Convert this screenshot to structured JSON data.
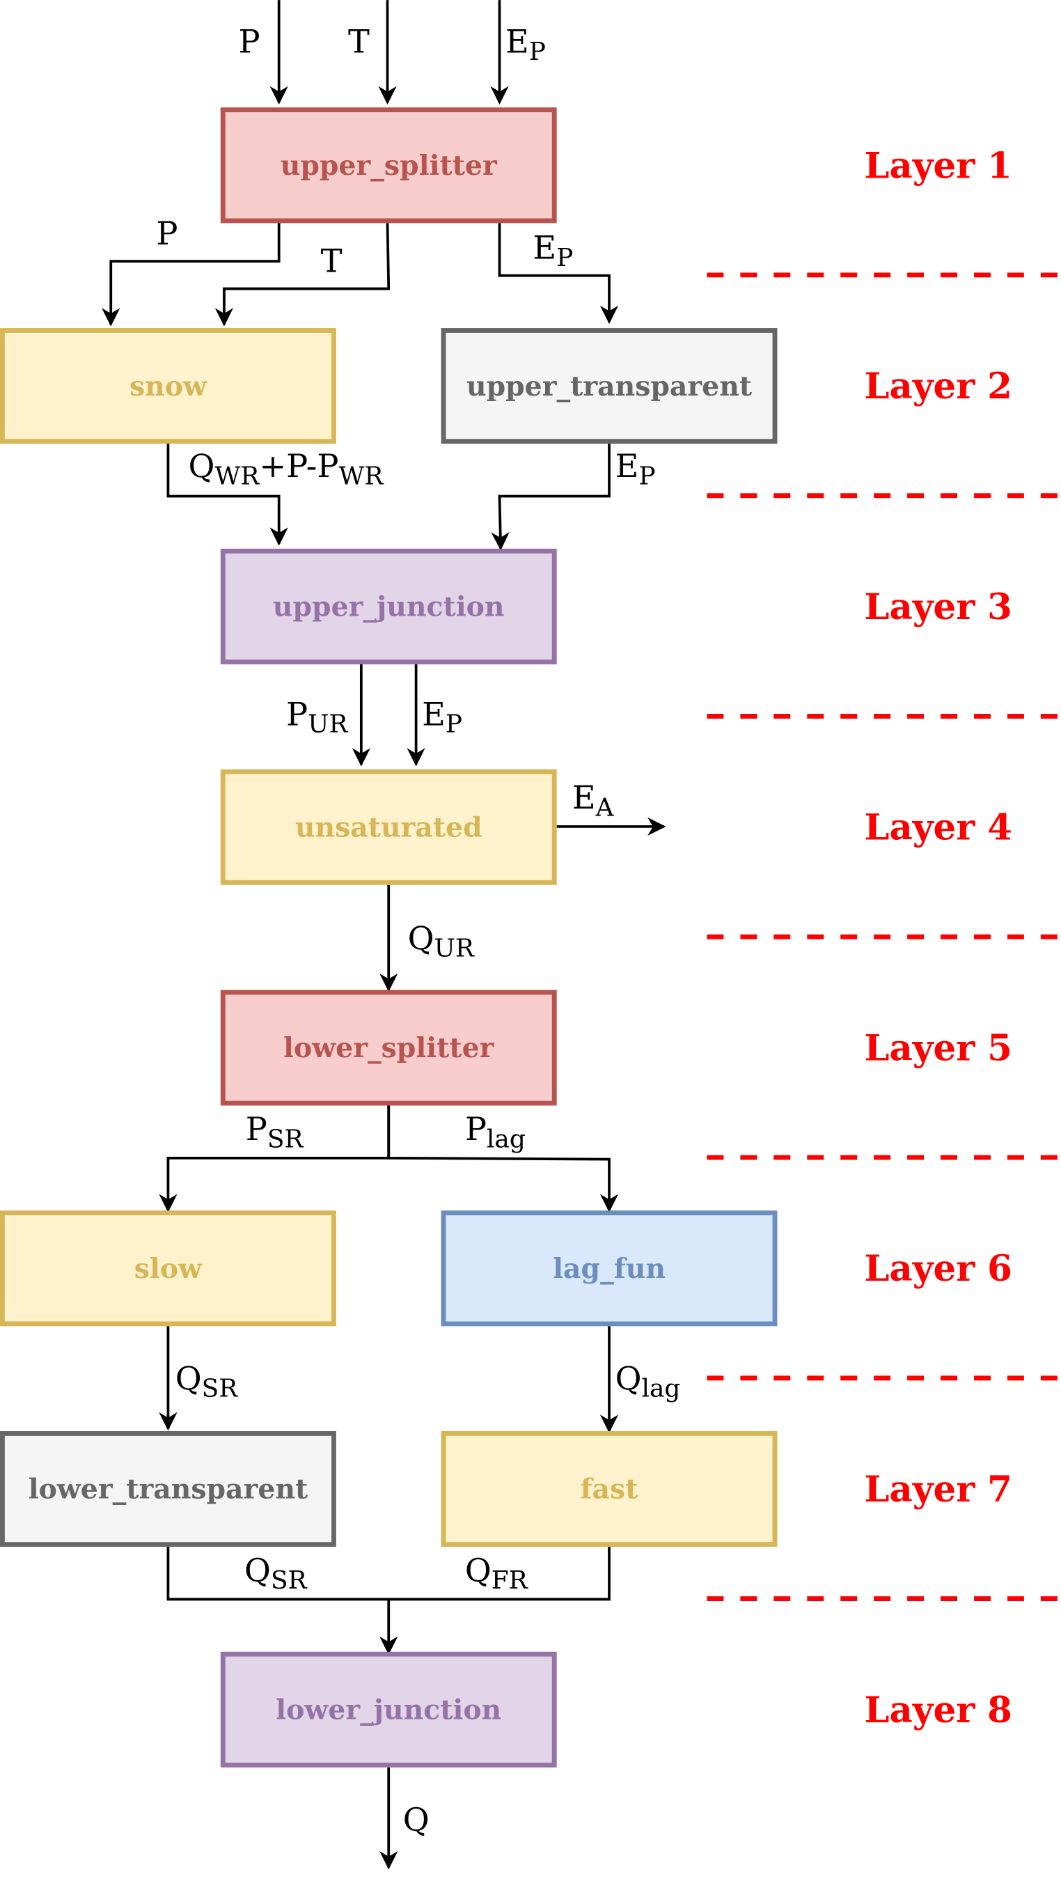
{
  "colors": {
    "splitter": {
      "fill": "#f8cecc",
      "stroke": "#b85450"
    },
    "reservoir": {
      "fill": "#fff2cc",
      "stroke": "#d6b656"
    },
    "transparent": {
      "fill": "#f5f5f5",
      "stroke": "#666666"
    },
    "junction": {
      "fill": "#e1d5e7",
      "stroke": "#9673a6"
    },
    "lag": {
      "fill": "#dae8fc",
      "stroke": "#6c8ebf"
    },
    "layer_text": "#ff0000",
    "edge": "#000000"
  },
  "nodes": [
    {
      "id": "upper_splitter",
      "label": "upper_splitter",
      "kind": "splitter",
      "layer": 1
    },
    {
      "id": "snow",
      "label": "snow",
      "kind": "reservoir",
      "layer": 2
    },
    {
      "id": "upper_transparent",
      "label": "upper_transparent",
      "kind": "transparent",
      "layer": 2
    },
    {
      "id": "upper_junction",
      "label": "upper_junction",
      "kind": "junction",
      "layer": 3
    },
    {
      "id": "unsaturated",
      "label": "unsaturated",
      "kind": "reservoir",
      "layer": 4
    },
    {
      "id": "lower_splitter",
      "label": "lower_splitter",
      "kind": "splitter",
      "layer": 5
    },
    {
      "id": "slow",
      "label": "slow",
      "kind": "reservoir",
      "layer": 6
    },
    {
      "id": "lag_fun",
      "label": "lag_fun",
      "kind": "lag",
      "layer": 6
    },
    {
      "id": "lower_transparent",
      "label": "lower_transparent",
      "kind": "transparent",
      "layer": 7
    },
    {
      "id": "fast",
      "label": "fast",
      "kind": "reservoir",
      "layer": 7
    },
    {
      "id": "lower_junction",
      "label": "lower_junction",
      "kind": "junction",
      "layer": 8
    }
  ],
  "layers": [
    "Layer 1",
    "Layer 2",
    "Layer 3",
    "Layer 4",
    "Layer 5",
    "Layer 6",
    "Layer 7",
    "Layer 8"
  ],
  "edges": [
    {
      "from": "input",
      "to": "upper_splitter",
      "label": {
        "main": "P",
        "sub": ""
      }
    },
    {
      "from": "input",
      "to": "upper_splitter",
      "label": {
        "main": "T",
        "sub": ""
      }
    },
    {
      "from": "input",
      "to": "upper_splitter",
      "label": {
        "main": "E",
        "sub": "P"
      }
    },
    {
      "from": "upper_splitter",
      "to": "snow",
      "label": {
        "main": "P",
        "sub": ""
      }
    },
    {
      "from": "upper_splitter",
      "to": "snow",
      "label": {
        "main": "T",
        "sub": ""
      }
    },
    {
      "from": "upper_splitter",
      "to": "upper_transparent",
      "label": {
        "main": "E",
        "sub": "P"
      }
    },
    {
      "from": "snow",
      "to": "upper_junction",
      "label": {
        "main": "Q",
        "sub": "WR",
        "rest": "+P-P",
        "sub2": "WR"
      }
    },
    {
      "from": "upper_transparent",
      "to": "upper_junction",
      "label": {
        "main": "E",
        "sub": "P"
      }
    },
    {
      "from": "upper_junction",
      "to": "unsaturated",
      "label": {
        "main": "P",
        "sub": "UR"
      }
    },
    {
      "from": "upper_junction",
      "to": "unsaturated",
      "label": {
        "main": "E",
        "sub": "P"
      }
    },
    {
      "from": "unsaturated",
      "to": "output",
      "label": {
        "main": "E",
        "sub": "A"
      }
    },
    {
      "from": "unsaturated",
      "to": "lower_splitter",
      "label": {
        "main": "Q",
        "sub": "UR"
      }
    },
    {
      "from": "lower_splitter",
      "to": "slow",
      "label": {
        "main": "P",
        "sub": "SR"
      }
    },
    {
      "from": "lower_splitter",
      "to": "lag_fun",
      "label": {
        "main": "P",
        "sub": "lag"
      }
    },
    {
      "from": "slow",
      "to": "lower_transparent",
      "label": {
        "main": "Q",
        "sub": "SR"
      }
    },
    {
      "from": "lag_fun",
      "to": "fast",
      "label": {
        "main": "Q",
        "sub": "lag"
      }
    },
    {
      "from": "lower_transparent",
      "to": "lower_junction",
      "label": {
        "main": "Q",
        "sub": "SR"
      }
    },
    {
      "from": "fast",
      "to": "lower_junction",
      "label": {
        "main": "Q",
        "sub": "FR"
      }
    },
    {
      "from": "lower_junction",
      "to": "output",
      "label": {
        "main": "Q",
        "sub": ""
      }
    }
  ]
}
